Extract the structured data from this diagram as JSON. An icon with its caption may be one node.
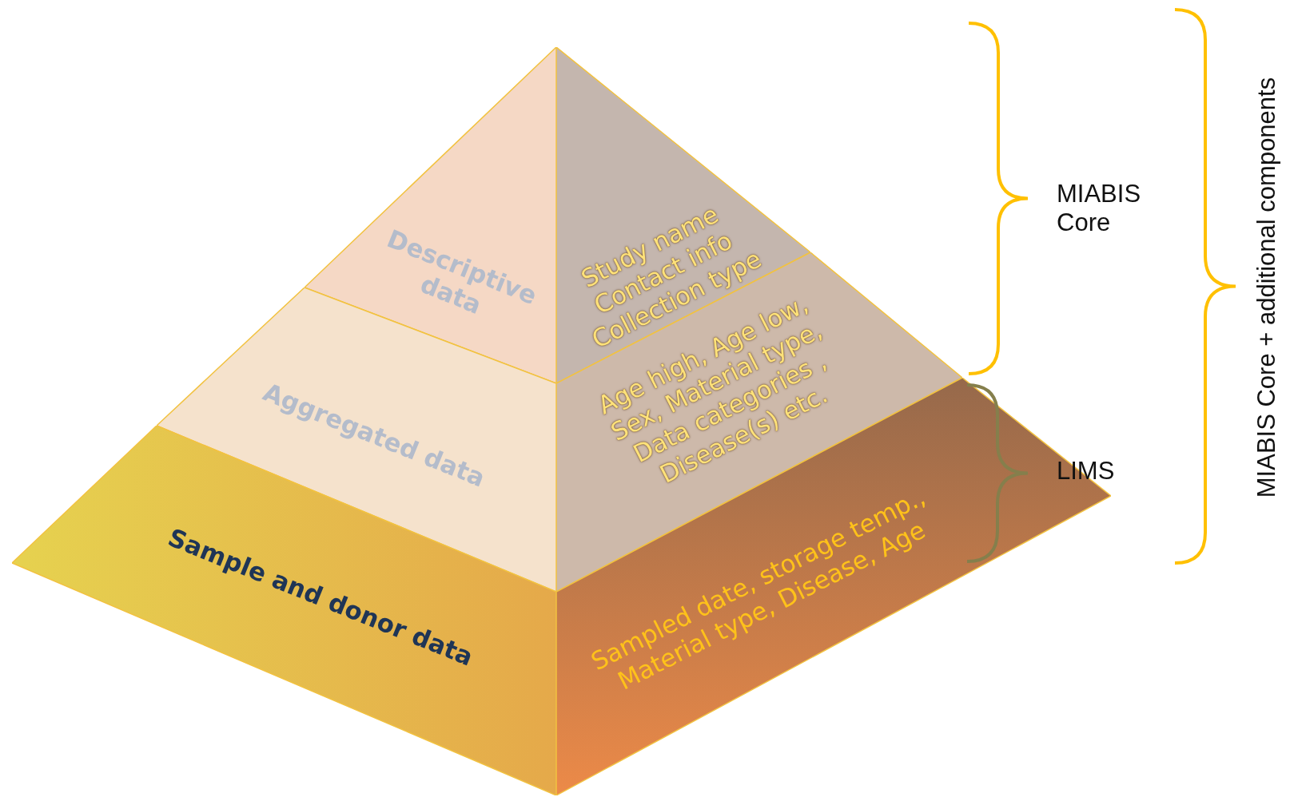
{
  "diagram": {
    "nodes": [
      {
        "text": [
          "Descriptive data"
        ]
      },
      {
        "text": [
          "Study name Contact info Collection type"
        ]
      },
      {
        "text": [
          "Aggregated data"
        ]
      },
      {
        "text": [
          "Age high, Age low, Sex, Material type, Data categories , Disease(s) etc."
        ]
      },
      {
        "text": [
          "Sample and donor data"
        ]
      },
      {
        "text": [
          "Sampled date, storage temp., Material type,  Disease, Age"
        ]
      }
    ],
    "edges": [],
    "labels": [
      "MIABIS Core",
      "LIMS",
      "MIABIS Core + additional components"
    ]
  }
}
